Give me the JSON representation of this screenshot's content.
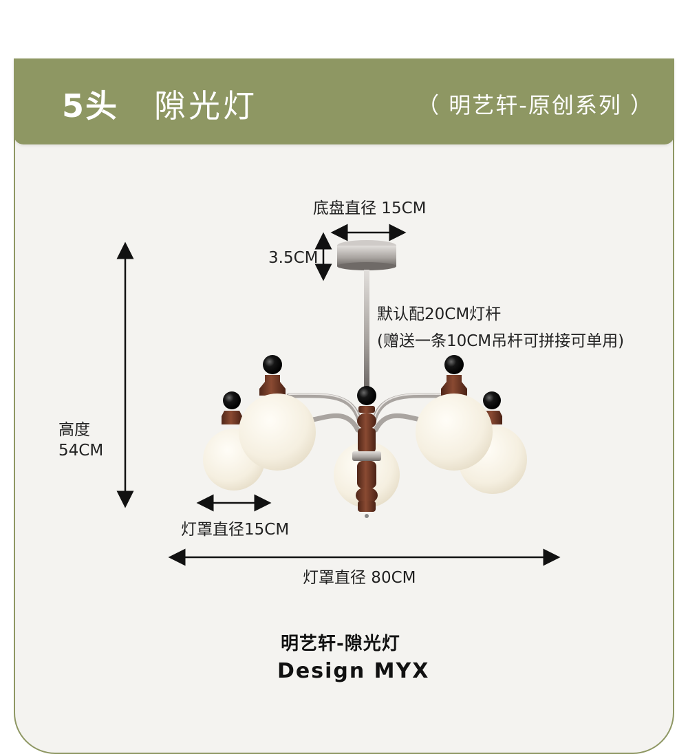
{
  "header": {
    "count": "5头",
    "title": "隙光灯",
    "series": "（ 明艺轩-原创系列 ）"
  },
  "dimensions": {
    "base_diameter": "底盘直径 15CM",
    "base_thickness": "3.5CM",
    "rod_default": "默认配20CM灯杆",
    "rod_extra": "(赠送一条10CM吊杆可拼接可单用)",
    "height_label": "高度",
    "height_value": "54CM",
    "shade_diameter": "灯罩直径15CM",
    "overall_diameter": "灯罩直径 80CM"
  },
  "brand": {
    "name": "明艺轩-隙光灯",
    "design": "Design MYX"
  },
  "colors": {
    "accent": "#8e9763",
    "background": "#f4f3f0",
    "wood": "#7a3f2a",
    "chrome": "#b9b4b0",
    "glass": "#f6f0e2"
  }
}
